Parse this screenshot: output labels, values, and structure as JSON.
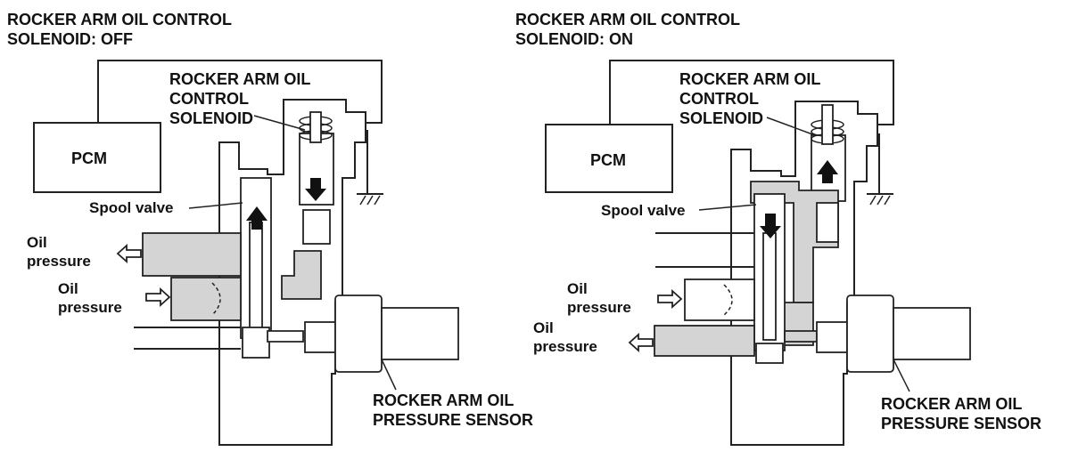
{
  "left": {
    "title_line1": "ROCKER ARM OIL CONTROL",
    "title_line2": "SOLENOID: OFF",
    "pcm": "PCM",
    "solenoid_line1": "ROCKER ARM OIL",
    "solenoid_line2": "CONTROL",
    "solenoid_line3": "SOLENOID",
    "spool_valve": "Spool valve",
    "oil_out_line1": "Oil",
    "oil_out_line2": "pressure",
    "oil_in_line1": "Oil",
    "oil_in_line2": "pressure",
    "sensor_line1": "ROCKER ARM OIL",
    "sensor_line2": "PRESSURE SENSOR"
  },
  "right": {
    "title_line1": "ROCKER ARM OIL CONTROL",
    "title_line2": "SOLENOID: ON",
    "pcm": "PCM",
    "solenoid_line1": "ROCKER ARM OIL",
    "solenoid_line2": "CONTROL",
    "solenoid_line3": "SOLENOID",
    "spool_valve": "Spool valve",
    "oil_in_line1": "Oil",
    "oil_in_line2": "pressure",
    "oil_out_line1": "Oil",
    "oil_out_line2": "pressure",
    "sensor_line1": "ROCKER ARM OIL",
    "sensor_line2": "PRESSURE SENSOR"
  }
}
